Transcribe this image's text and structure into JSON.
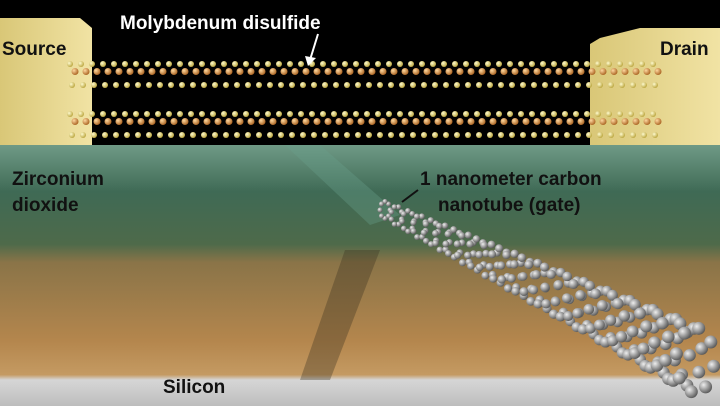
{
  "labels": {
    "mos2": "Molybdenum disulfide",
    "source": "Source",
    "drain": "Drain",
    "zro2_line1": "Zirconium",
    "zro2_line2": "dioxide",
    "cnt_line1": "1 nanometer carbon",
    "cnt_line2": "nanotube (gate)",
    "silicon": "Silicon"
  },
  "colors": {
    "background": "#000000",
    "electrode": "#e8d690",
    "zirconium_dioxide": "#3f6a55",
    "substrate_mid": "#a57a45",
    "silicon": "#d8d8d8",
    "sulfur_atom": "#f1e07a",
    "molybdenum_atom": "#d9903a",
    "carbon_atom": "#9a9a9a"
  }
}
